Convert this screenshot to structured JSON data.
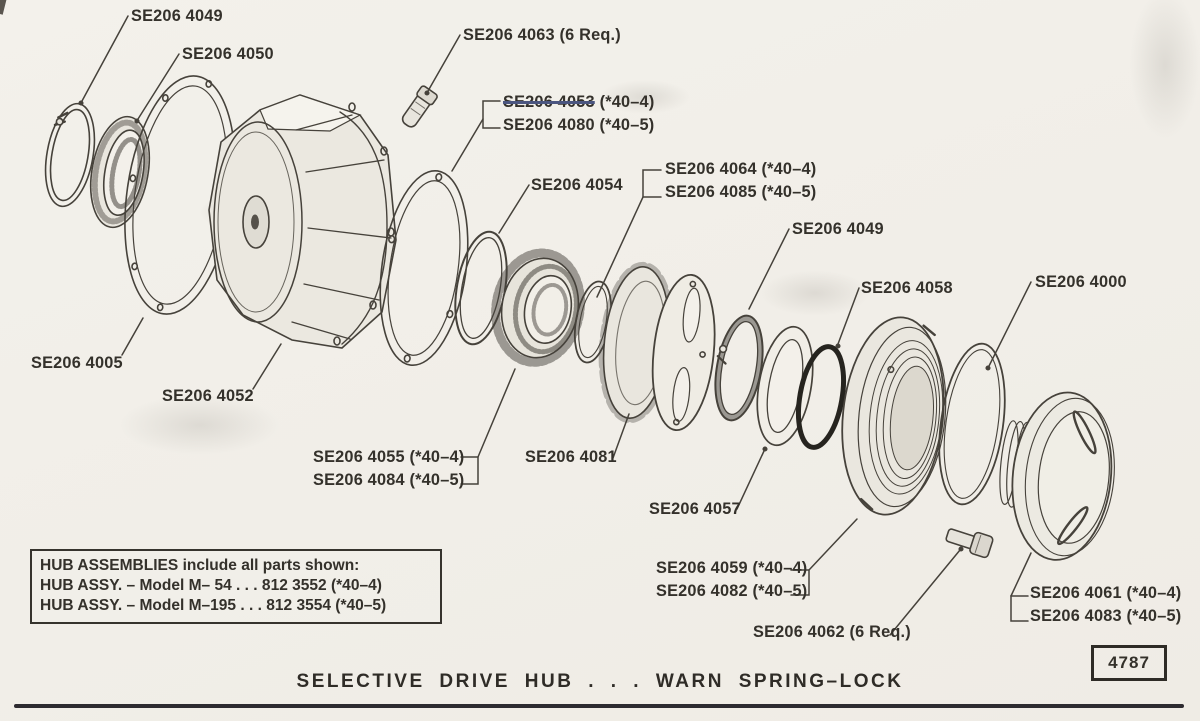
{
  "page": {
    "title": "SELECTIVE DRIVE HUB . . . WARN SPRING–LOCK",
    "figure_number": "4787"
  },
  "note_box": {
    "line1": "HUB ASSEMBLIES include all parts shown:",
    "line2": "HUB ASSY. – Model M–  54 . . . 812 3552 (*40–4)",
    "line3": "HUB ASSY. – Model M–195 . . . 812 3554 (*40–5)"
  },
  "callouts": {
    "snap_ring_top": "SE206 4049",
    "bearing": "SE206 4050",
    "bolt_6req": "SE206 4063 (6 Req.)",
    "gasket_a_struck": "SE206 4053",
    "gasket_a_suffix": "(*40–4)",
    "gasket_b": "SE206 4080 (*40–5)",
    "oring_small": "SE206 4054",
    "ring_a": "SE206 4064 (*40–4)",
    "ring_b": "SE206 4085 (*40–5)",
    "spring_ring": "SE206 4049",
    "oring_black": "SE206 4058",
    "oring_large": "SE206 4000",
    "gasket_large": "SE206 4005",
    "hub_body": "SE206 4052",
    "clutch_gear_a": "SE206 4055 (*40–4)",
    "clutch_gear_b": "SE206 4084 (*40–5)",
    "clutch_assembly": "SE206 4081",
    "washer": "SE206 4057",
    "locknut_a": "SE206 4059 (*40–4)",
    "locknut_b": "SE206 4082 (*40–5)",
    "bolt2_6req": "SE206 4062 (6 Req.)",
    "cap_a": "SE206 4061 (*40–4)",
    "cap_b": "SE206 4083 (*40–5)"
  }
}
